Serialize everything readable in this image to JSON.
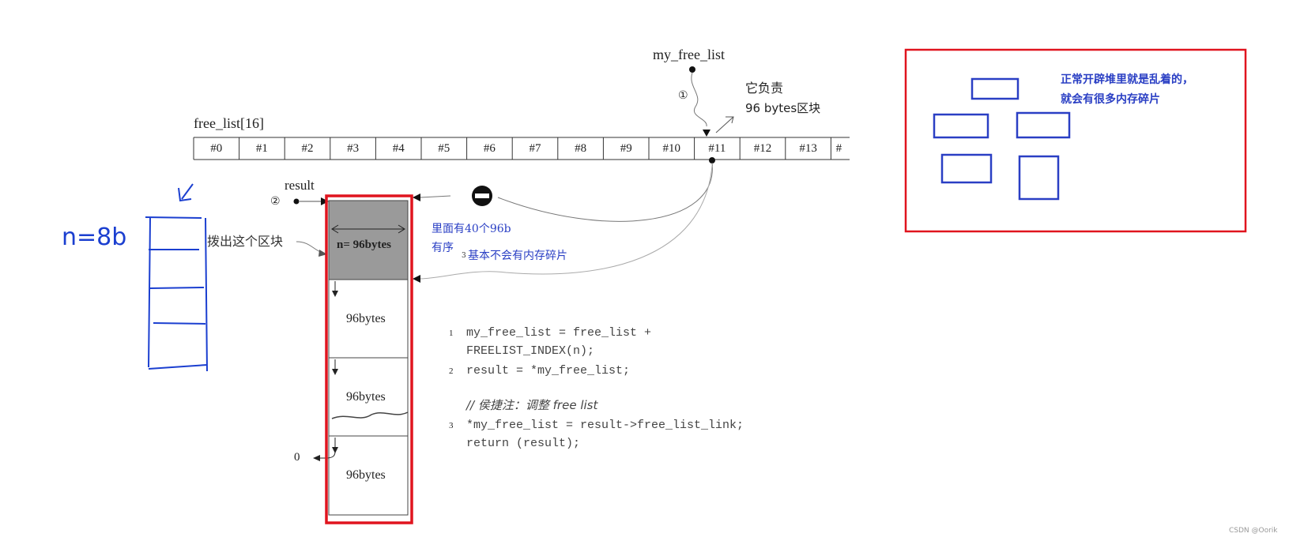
{
  "top_pointer": "my_free_list",
  "free_list_label": "free_list[16]",
  "cells": [
    "#0",
    "#1",
    "#2",
    "#3",
    "#4",
    "#5",
    "#6",
    "#7",
    "#8",
    "#9",
    "#10",
    "#11",
    "#12",
    "#13",
    "#"
  ],
  "step1_marker": "①",
  "step2_marker": "②",
  "step3_marker": "3",
  "responsible_line1": "它负责",
  "responsible_line2": "96 bytes区块",
  "result_label": "result",
  "pull_out_label": "拨出这个区块",
  "block_first": "n= 96bytes",
  "block_rest": [
    "96bytes",
    "96bytes",
    "96bytes"
  ],
  "zero_label": "0",
  "note_inside": "里面有40个96b",
  "note_ordered": "有序",
  "note_no_frag": "基本不会有内存碎片",
  "code_lines": [
    {
      "num": "1",
      "text": "my_free_list = free_list +"
    },
    {
      "num": "",
      "text": "               FREELIST_INDEX(n);"
    },
    {
      "num": "2",
      "text": "result = *my_free_list;"
    },
    {
      "num": "",
      "text": "// 侯捷注：调整 free list"
    },
    {
      "num": "3",
      "text": "*my_free_list = result->free_list_link;"
    },
    {
      "num": "",
      "text": "return (result);"
    }
  ],
  "heap_note_line1": "正常开辟堆里就是乱着的，",
  "heap_note_line2": "就会有很多内存碎片",
  "hand_label": "n=8b",
  "watermark": "CSDN @Oorik",
  "colors": {
    "red": "#e0141e",
    "blue": "#2a3fc4",
    "grey_block": "#9a9a9a"
  }
}
